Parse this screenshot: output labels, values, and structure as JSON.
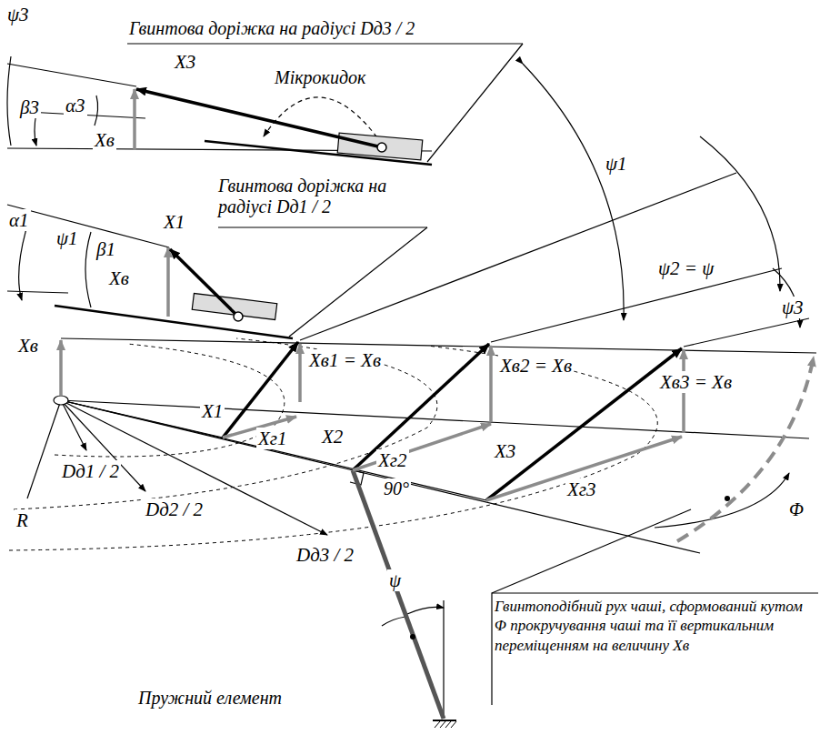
{
  "diagram": {
    "labels": [
      "ψ3",
      "Гвинтова доріжка на радіусі Dд3 / 2",
      "X3",
      "Мікрокидок",
      "β3",
      "α3",
      "Xв",
      "ψ1",
      "α1",
      "ψ1",
      "X1",
      "Гвинтова доріжка на радіусі Dд1 / 2",
      "β1",
      "Xв",
      "ψ2 = ψ",
      "ψ3",
      "Xв",
      "Xв1 = Xв",
      "Xв2 = Xв",
      "Xв3 = Xв",
      "X1",
      "X2",
      "X3",
      "Xг1",
      "Xг2",
      "Xг3",
      "Dд1 / 2",
      "Dд2 / 2",
      "Dд3 / 2",
      "R",
      "90°",
      "Φ",
      "ψ",
      "Гвинтоподібний рух чаші, сформований кутом Φ прокручування чаші та її вертикальним переміщенням на величину Xв",
      "Пружний елемент"
    ]
  }
}
